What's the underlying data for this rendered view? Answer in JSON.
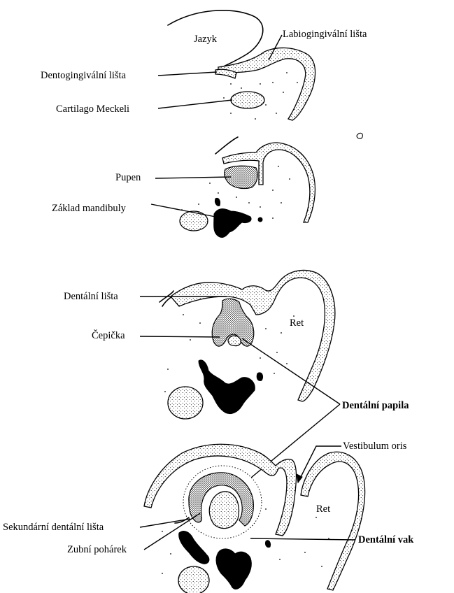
{
  "labels": {
    "jazyk": "Jazyk",
    "labiogingivalni": "Labiogingivální lišta",
    "dentogingivalni": "Dentogingivální lišta",
    "cartilago": "Cartilago Meckeli",
    "pupen": "Pupen",
    "zaklad": "Základ mandibuly",
    "dentalni_lista": "Dentální lišta",
    "ret1": "Ret",
    "cepicka": "Čepička",
    "papila": "Dentální papila",
    "vestibulum": "Vestibulum oris",
    "ret2": "Ret",
    "sekundarni": "Sekundární dentální lišta",
    "pohar": "Zubní pohárek",
    "vak": "Dentální vak"
  }
}
